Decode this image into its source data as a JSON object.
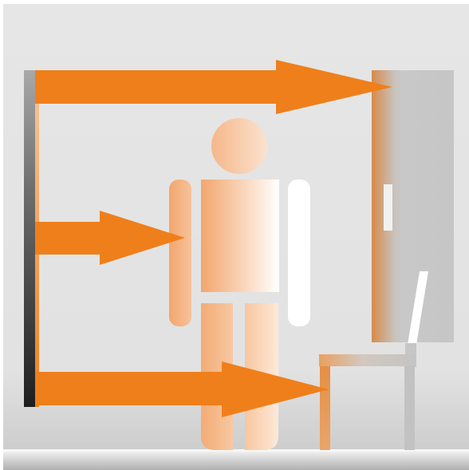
{
  "diagram": {
    "colors": {
      "background": "#e5e5e5",
      "wall_panel_light": "#c9c9c9",
      "wall_panel_dark": "#222222",
      "heat_arrow": "#ef7f1a",
      "body_warm": "#f2a66e",
      "body_cool": "#ffffff",
      "cabinet": "#c8c8c8",
      "cabinet_warm_edge": "#d98a48",
      "chair": "#c0c0c0",
      "floor": "#b8b8b8"
    },
    "icons": [
      "radiant-wall-panel",
      "heat-arrow",
      "person-figure",
      "wardrobe-cabinet",
      "chair",
      "floor"
    ]
  }
}
